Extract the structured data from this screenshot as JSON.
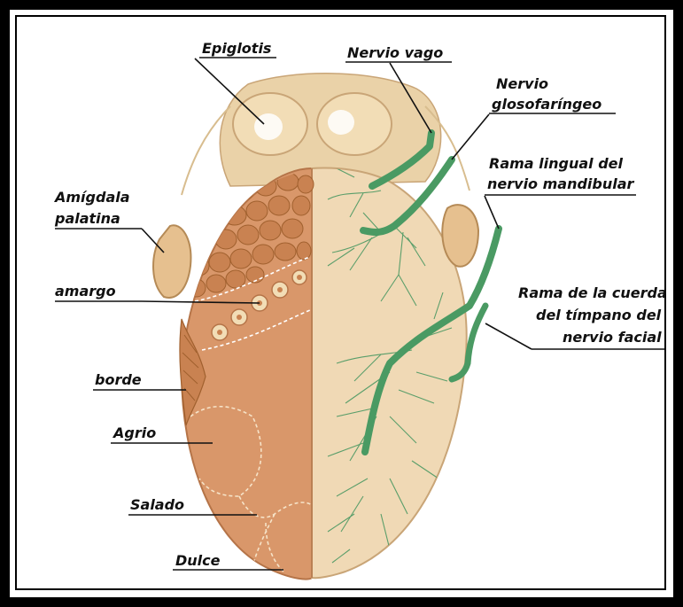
{
  "labels": {
    "epiglotis": "Epiglotis",
    "nervio_vago": "Nervio vago",
    "nervio_glosofaringeo_1": "Nervio",
    "nervio_glosofaringeo_2": "glosofaríngeo",
    "rama_lingual_1": "Rama lingual del",
    "rama_lingual_2": "nervio mandibular",
    "amigdala_1": "Amígdala",
    "amigdala_2": "palatina",
    "amargo": "amargo",
    "cuerda_1": "Rama de la cuerda",
    "cuerda_2": "del tímpano del",
    "cuerda_3": "nervio facial",
    "borde": "borde",
    "agrio": "Agrio",
    "salado": "Salado",
    "dulce": "Dulce"
  },
  "colors": {
    "frame": "#000000",
    "tongue_left": "#d9976a",
    "tongue_right": "#f0d9b5",
    "papillae": "#c98251",
    "nerve": "#4a9a63",
    "base": "#ead2a8"
  }
}
